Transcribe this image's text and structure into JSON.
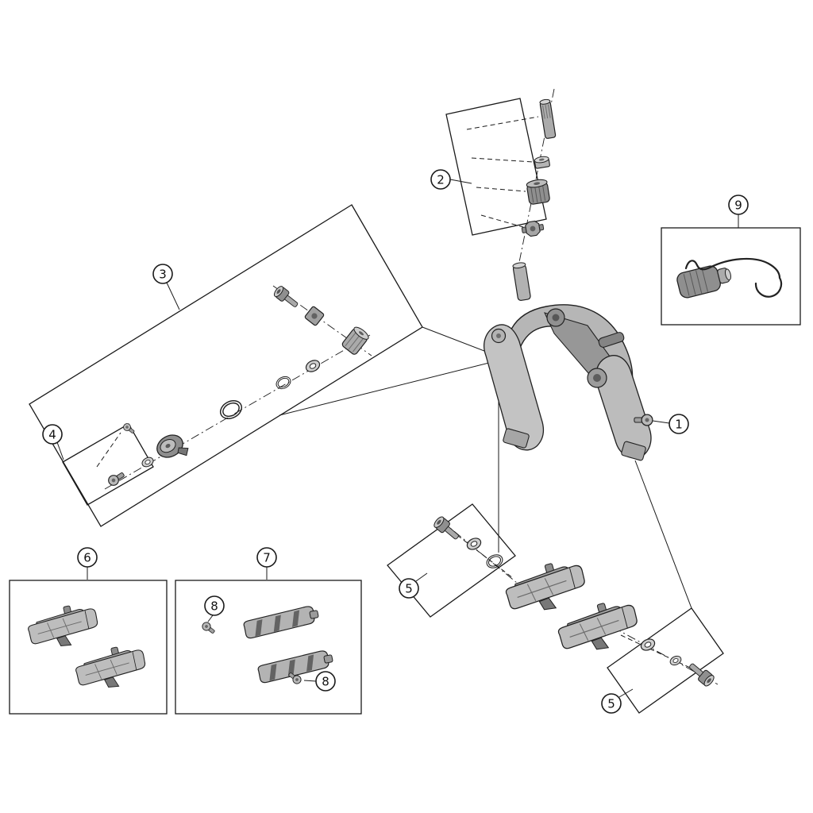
{
  "diagram": {
    "kind": "exploded-parts-diagram",
    "subject": "dual-pivot-brake-caliper",
    "background_color": "#ffffff",
    "outline_color": "#1a1a1a",
    "part_fill_light": "#c6c6c6",
    "part_fill_mid": "#a9a9a9",
    "part_fill_dark": "#7a7a7a",
    "callouts": {
      "n1": "1",
      "n2": "2",
      "n3": "3",
      "n4": "4",
      "n5_left": "5",
      "n5_right": "5",
      "n6": "6",
      "n7": "7",
      "n8_upper": "8",
      "n8_lower": "8",
      "n9": "9"
    }
  }
}
